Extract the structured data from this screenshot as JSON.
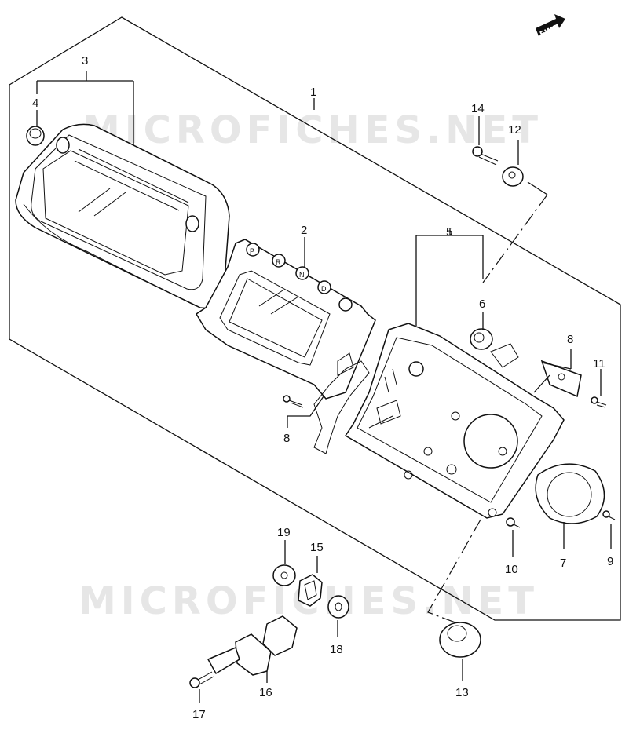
{
  "watermark": "MICROFICHES.NET",
  "fwd_label": "FWD",
  "callouts": {
    "c1": "1",
    "c2": "2",
    "c3": "3",
    "c4": "4",
    "c5": "5",
    "c6": "6",
    "c7": "7",
    "c8a": "8",
    "c8b": "8",
    "c9": "9",
    "c10": "10",
    "c11": "11",
    "c12": "12",
    "c13": "13",
    "c14": "14",
    "c15": "15",
    "c16": "16",
    "c17": "17",
    "c18": "18",
    "c19": "19"
  },
  "gear_letters": [
    "P",
    "R",
    "N",
    "D"
  ]
}
